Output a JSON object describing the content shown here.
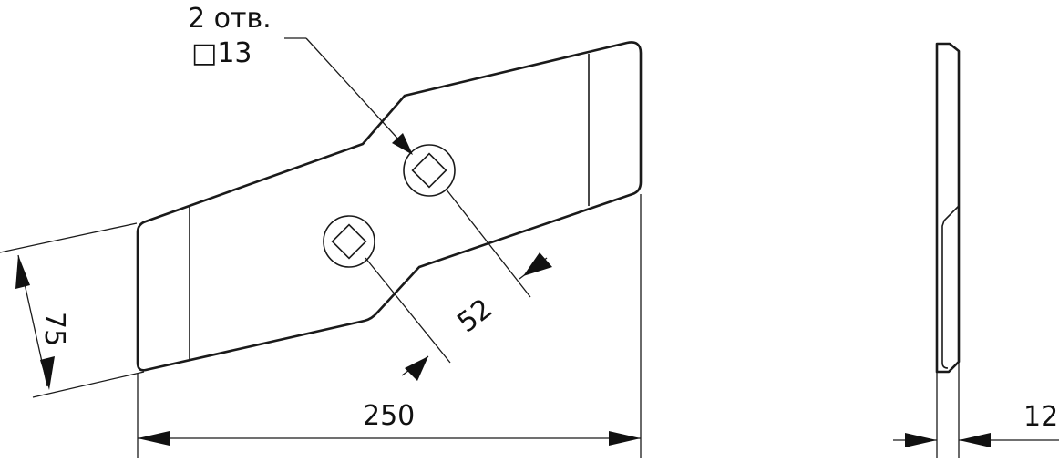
{
  "callout": {
    "line1": "2 отв.",
    "line2": "□13"
  },
  "dimensions": {
    "width": "250",
    "height": "75",
    "hole_spacing": "52",
    "thickness": "12"
  }
}
